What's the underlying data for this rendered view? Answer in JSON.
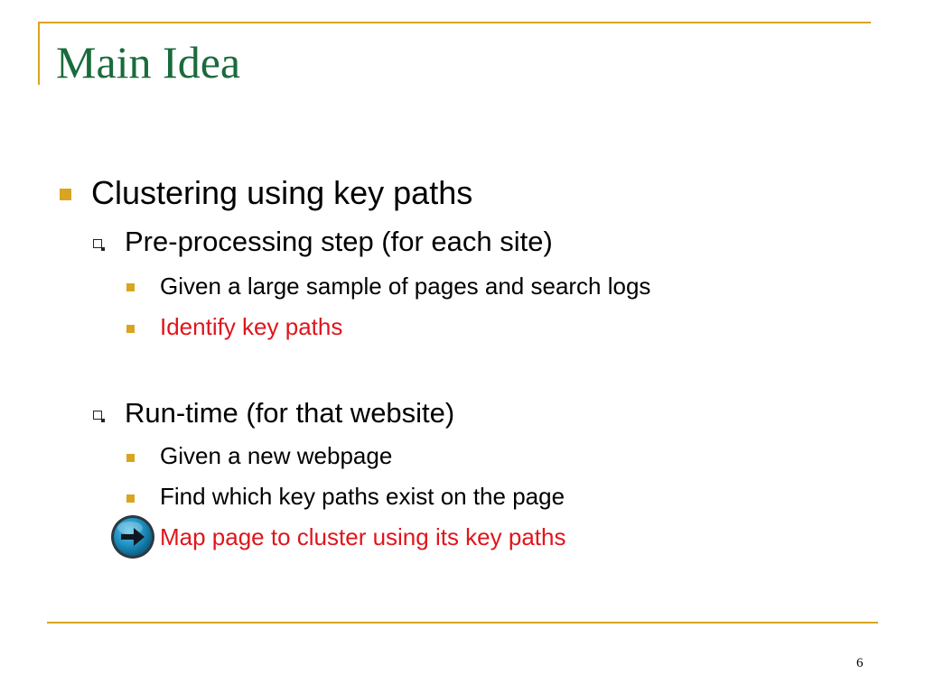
{
  "slide": {
    "title": "Main Idea",
    "page_number": "6",
    "colors": {
      "title": "#1a6b3c",
      "accent": "#d9a520",
      "highlight": "#e0151b"
    },
    "bullets": [
      {
        "level": 1,
        "text": "Clustering using key paths"
      },
      {
        "level": 2,
        "text": "Pre-processing step (for each site)"
      },
      {
        "level": 3,
        "text": "Given a large sample of pages and search logs"
      },
      {
        "level": 3,
        "text": "Identify key paths",
        "highlight": true
      },
      {
        "level": 2,
        "text": "Run-time (for that website)"
      },
      {
        "level": 3,
        "text": "Given a new webpage"
      },
      {
        "level": 3,
        "text": "Find which key paths exist on the page"
      },
      {
        "level": 3,
        "text": "Map page to cluster using its key paths",
        "highlight": true
      }
    ],
    "nav_icon": "arrow-right-circle-icon"
  }
}
